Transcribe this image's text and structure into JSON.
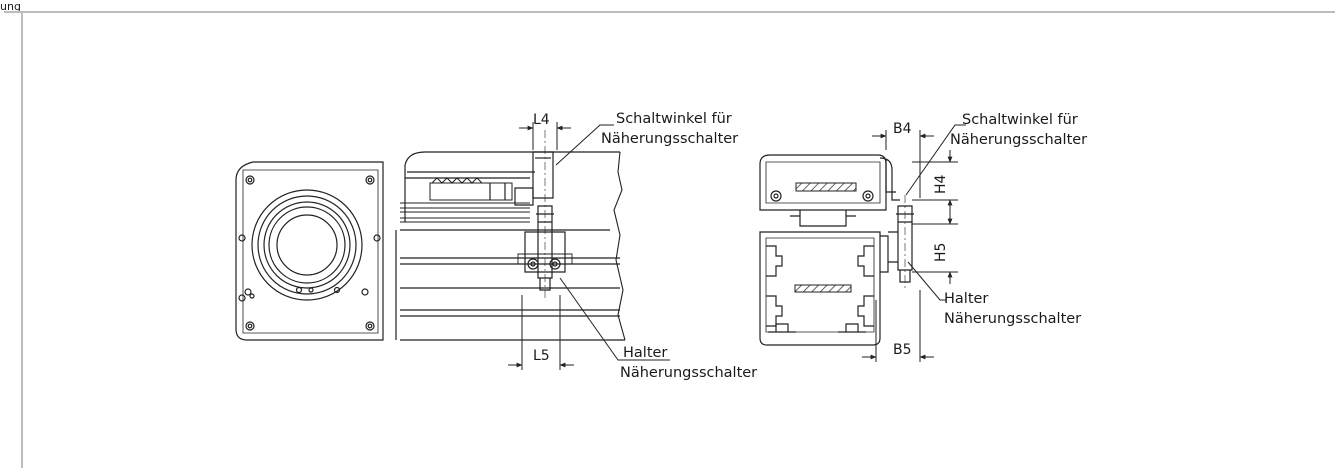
{
  "header": {
    "caption": "ung"
  },
  "left_view": {
    "switch_bracket_label": [
      "Schaltwinkel für",
      "Näherungsschalter"
    ],
    "holder_label": [
      "Halter",
      "Näherungsschalter"
    ],
    "dim_top": "L4",
    "dim_bottom": "L5"
  },
  "right_view": {
    "switch_bracket_label": [
      "Schaltwinkel für",
      "Näherungsschalter"
    ],
    "holder_label": [
      "Halter",
      "Näherungsschalter"
    ],
    "dim_top": "B4",
    "dim_bottom": "B5",
    "dim_h4": "H4",
    "dim_h5": "H5"
  }
}
